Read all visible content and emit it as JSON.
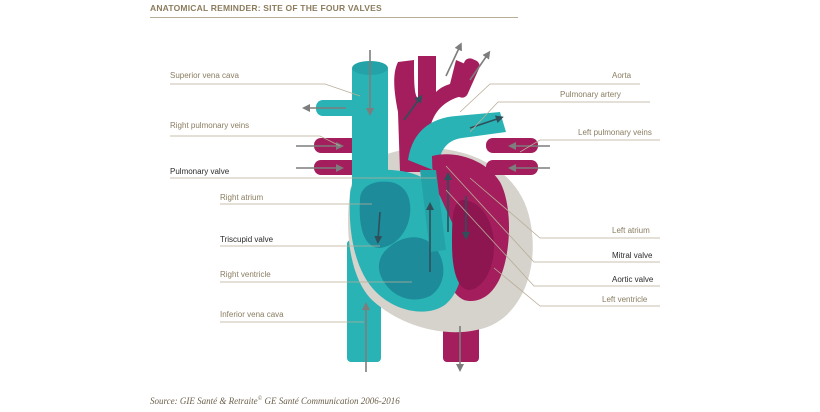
{
  "title": "ANATOMICAL REMINDER: SITE OF THE FOUR VALVES",
  "labels": {
    "superior_vena_cava": "Superior vena cava",
    "right_pulmonary_veins": "Right pulmonary veins",
    "pulmonary_valve": "Pulmonary valve",
    "right_atrium": "Right atrium",
    "tricuspid_valve": "Triscupid valve",
    "right_ventricle": "Right ventricle",
    "inferior_vena_cava": "Inferior vena cava",
    "aorta": "Aorta",
    "pulmonary_artery": "Pulmonary artery",
    "left_pulmonary_veins": "Left pulmonary veins",
    "left_atrium": "Left atrium",
    "mitral_valve": "Mitral valve",
    "aortic_valve": "Aortic valve",
    "left_ventricle": "Left ventricle"
  },
  "source": {
    "text_before": "Source: GIE Santé & Retraite",
    "sup": "©",
    "text_after": " GE Santé Communication 2006-2016"
  },
  "colors": {
    "oxygen_poor": "#29b3b5",
    "oxygen_poor_dark": "#1d8b99",
    "oxygen_rich": "#a41d5c",
    "pericardium": "#d6d2cc",
    "arrow": "#7d7d7d",
    "leader_line": "#b8ae99"
  }
}
